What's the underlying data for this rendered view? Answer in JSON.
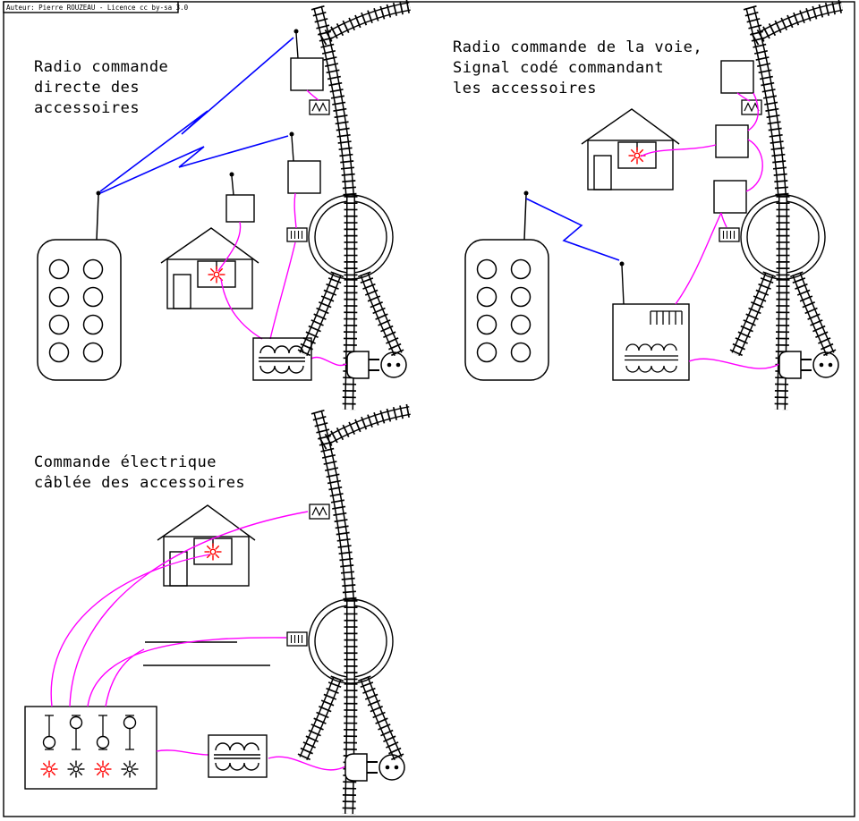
{
  "meta": {
    "credit": "Auteur: Pierre ROUZEAU - Licence cc by-sa 3.0"
  },
  "colors": {
    "ink": "#000000",
    "background": "#ffffff",
    "wire": "#ff00ff",
    "radio_wave": "#0000ff",
    "lamp": "#ff0000"
  },
  "sections": {
    "radio_direct": {
      "title_lines": [
        "Radio commande",
        "directe des",
        "accessoires"
      ]
    },
    "radio_coded": {
      "title_lines": [
        "Radio commande de la voie,",
        "Signal codé commandant",
        "les accessoires"
      ]
    },
    "wired": {
      "title_lines": [
        "Commande électrique",
        "câblée des accessoires"
      ]
    }
  },
  "panel": {
    "lamp_colors": [
      "#ff0000",
      "#000000",
      "#ff0000",
      "#000000"
    ]
  }
}
